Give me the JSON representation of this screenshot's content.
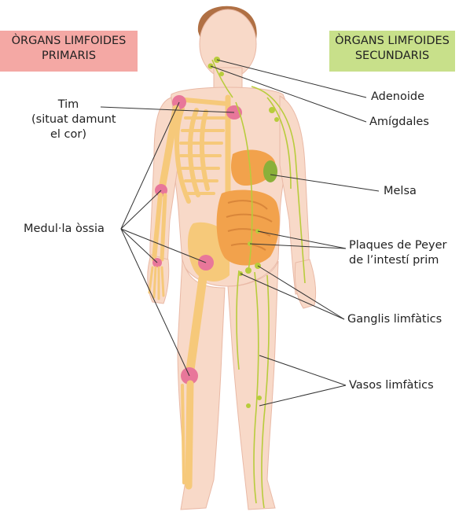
{
  "headers": {
    "primary": {
      "line1": "ÒRGANS LIMFOIDES",
      "line2": "PRIMARIS",
      "color": "#f4a8a4"
    },
    "secondary": {
      "line1": "ÒRGANS LIMFOIDES",
      "line2": "SECUNDARIS",
      "color": "#c8e08a"
    }
  },
  "labels": {
    "tim": {
      "line1": "Tim",
      "line2": "(situat damunt",
      "line3": "el cor)"
    },
    "medulla": "Medul·la òssia",
    "adenoide": "Adenoide",
    "amigdales": "Amígdales",
    "melsa": "Melsa",
    "peyer": {
      "line1": "Plaques de Peyer",
      "line2": "de l’intestí prim"
    },
    "ganglis": "Ganglis limfàtics",
    "vasos": "Vasos limfàtics"
  },
  "colors": {
    "skin": "#f8d9c8",
    "skin_edge": "#e9b9a6",
    "bone": "#f6c97a",
    "marrow": "#e8779a",
    "lymph": "#b8cc3c",
    "intestine": "#f2a24c",
    "hair": "#b07044",
    "spleen": "#8ab03a",
    "leader": "#333333"
  }
}
